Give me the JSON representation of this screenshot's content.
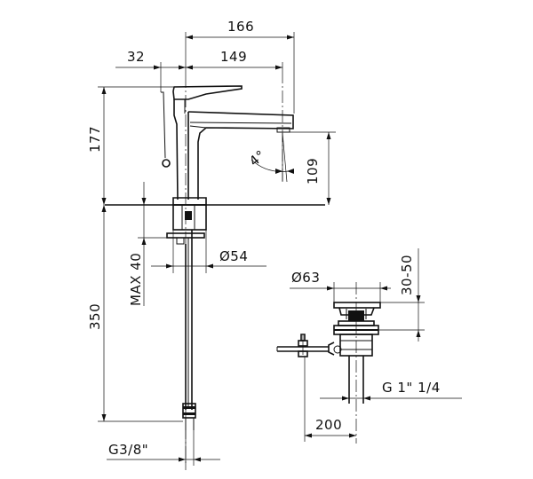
{
  "dimensions": {
    "overall_depth": "166",
    "lever_offset": "32",
    "spout_reach": "149",
    "body_height": "177",
    "spout_height": "109",
    "rotation_angle": "4°",
    "deck_thickness": "MAX 40",
    "base_diameter": "Ø54",
    "hose_length": "350",
    "hose_connection": "G3/8\"",
    "waste_head_diameter": "Ø63",
    "waste_range": "30-50",
    "waste_thread": "G 1\" 1/4",
    "waste_rod_length": "200"
  }
}
